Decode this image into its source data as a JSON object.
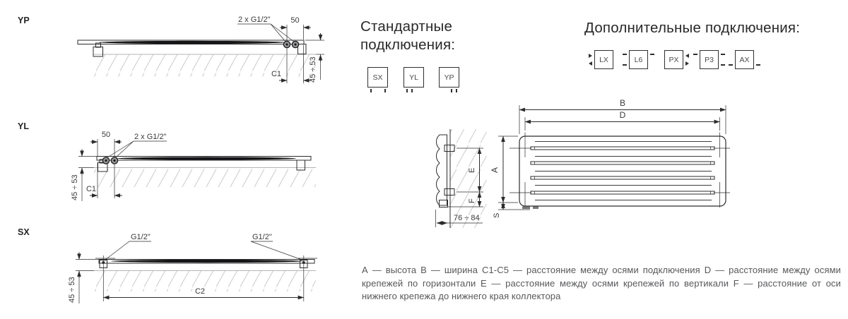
{
  "titles": {
    "standard": "Стандартные подключения:",
    "additional": "Дополнительные подключения:"
  },
  "standard_connections": {
    "items": [
      {
        "label": "SX"
      },
      {
        "label": "YL"
      },
      {
        "label": "YP"
      }
    ]
  },
  "additional_connections": {
    "items": [
      {
        "label": "LX"
      },
      {
        "label": "L6"
      },
      {
        "label": "PX"
      },
      {
        "label": "P3"
      },
      {
        "label": "AX"
      }
    ]
  },
  "drawings": {
    "yp": {
      "label": "YP",
      "dim_spacing": "50",
      "dim_conn": "2 x G1/2\"",
      "dim_axis": "C1",
      "dim_height": "45 ÷ 53"
    },
    "yl": {
      "label": "YL",
      "dim_spacing": "50",
      "dim_conn": "2 x G1/2\"",
      "dim_axis": "C1",
      "dim_height": "45 ÷ 53"
    },
    "sx": {
      "label": "SX",
      "dim_conn_left": "G1/2\"",
      "dim_conn_right": "G1/2\"",
      "dim_axis": "C2",
      "dim_height": "45 ÷ 53"
    },
    "mount": {
      "dim_depth": "76 ÷ 84",
      "dim_e": "E",
      "dim_f": "F"
    },
    "front": {
      "dim_a": "A",
      "dim_b": "B",
      "dim_d": "D",
      "dim_s": "S"
    }
  },
  "legend": {
    "text": "А — высота  В — ширина  С1-С5 — расстояние между осями подключения  D — расстояние между осями крепежей по горизонтали  Е — расстояние между осями крепежей по вертикали  F — расстояние от оси нижнего крепежа до нижнего края коллектора"
  },
  "colors": {
    "line": "#2c2c2e",
    "hatch": "#c9c9cb",
    "muted_text": "#57585b"
  }
}
